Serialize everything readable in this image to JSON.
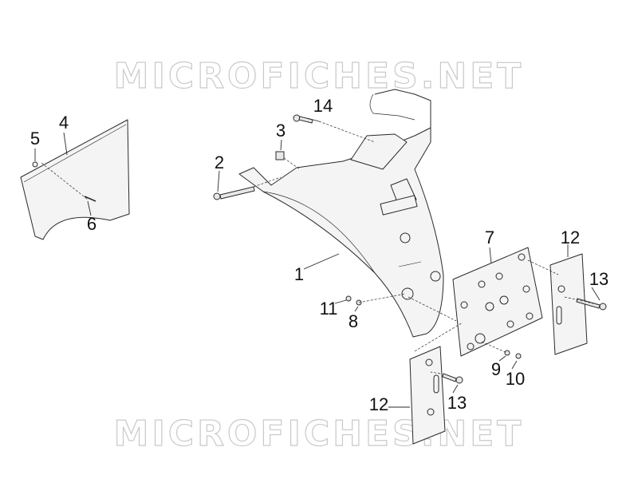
{
  "watermark": {
    "top": "MICROFICHES.NET",
    "bottom": "MICROFICHES.NET"
  },
  "callouts": {
    "c1": "1",
    "c2": "2",
    "c3": "3",
    "c4": "4",
    "c5": "5",
    "c6": "6",
    "c7": "7",
    "c8": "8",
    "c9": "9",
    "c10": "10",
    "c11": "11",
    "c12a": "12",
    "c12b": "12",
    "c13a": "13",
    "c13b": "13",
    "c14": "14"
  },
  "colors": {
    "line": "#2a2a2a",
    "part_fill": "#f4f4f4",
    "watermark_stroke": "#c9c9c9"
  }
}
